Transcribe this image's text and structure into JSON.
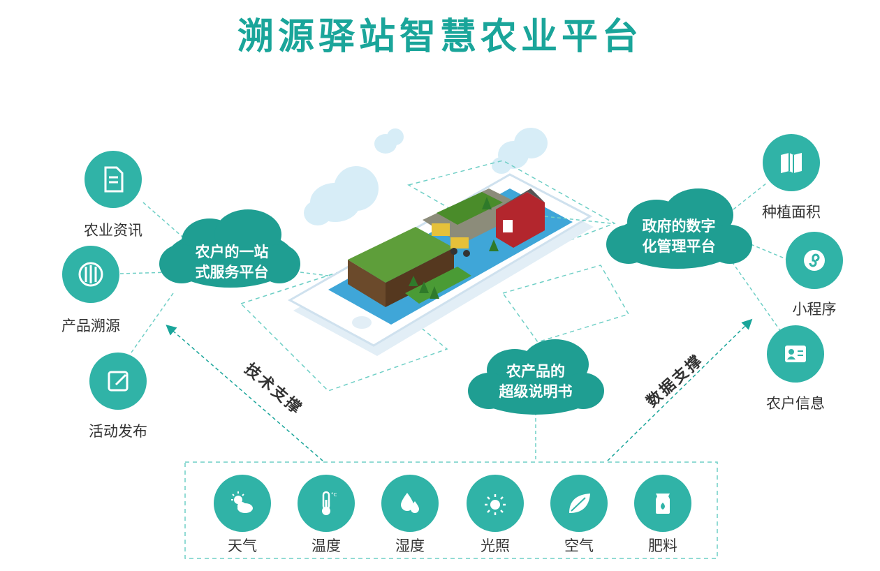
{
  "title": "溯源驿站智慧农业平台",
  "clouds": {
    "farmer": [
      "农户的一站",
      "式服务平台"
    ],
    "government": [
      "政府的数字",
      "化管理平台"
    ],
    "product": [
      "农产品的",
      "超级说明书"
    ]
  },
  "left_items": [
    {
      "label": "农业资讯",
      "icon": "document-icon"
    },
    {
      "label": "产品溯源",
      "icon": "trace-icon"
    },
    {
      "label": "活动发布",
      "icon": "edit-icon"
    }
  ],
  "right_items": [
    {
      "label": "种植面积",
      "icon": "map-icon"
    },
    {
      "label": "小程序",
      "icon": "mini-program-icon"
    },
    {
      "label": "农户信息",
      "icon": "id-card-icon"
    }
  ],
  "supports": {
    "tech": "技术支撑",
    "data": "数据支撑"
  },
  "sensors": [
    {
      "label": "天气",
      "icon": "weather-icon"
    },
    {
      "label": "温度",
      "icon": "thermometer-icon"
    },
    {
      "label": "湿度",
      "icon": "humidity-icon"
    },
    {
      "label": "光照",
      "icon": "sun-icon"
    },
    {
      "label": "空气",
      "icon": "leaf-icon"
    },
    {
      "label": "肥料",
      "icon": "fertilizer-icon"
    }
  ],
  "colors": {
    "accent": "#1aa59a",
    "circle": "#30b3a7",
    "cloud": "#1f9e92",
    "dashed": "#6fcfc6",
    "sky": "#d7edf7"
  }
}
